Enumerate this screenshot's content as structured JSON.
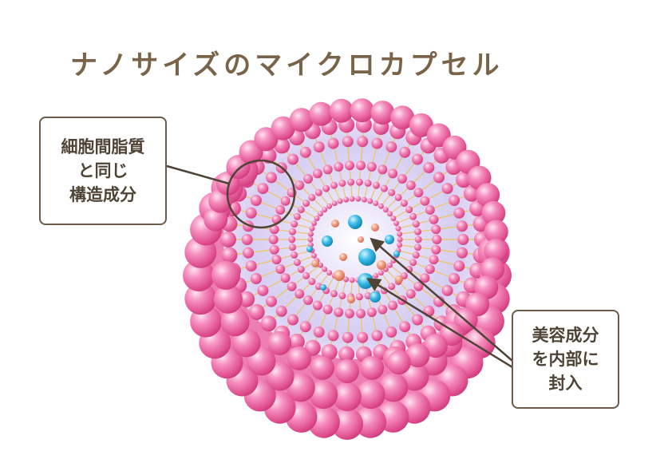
{
  "title": "ナノサイズのマイクロカプセル",
  "callouts": {
    "lipid": {
      "lines": [
        "細胞間脂質",
        "と同じ",
        "構造成分"
      ]
    },
    "ingredient": {
      "lines": [
        "美容成分",
        "を内部に",
        "封入"
      ]
    }
  },
  "colors": {
    "title": "#7a6449",
    "box_border": "#6b5b48",
    "box_text": "#4f4336",
    "sphere_pink": "#e85a9a",
    "sphere_pink_light": "#f7b6d2",
    "core_blue": "#1fa6d6",
    "core_orange": "#e88a6e",
    "tail_yellow": "#e9c76a",
    "interior_lilac": "#d8d0f2"
  }
}
